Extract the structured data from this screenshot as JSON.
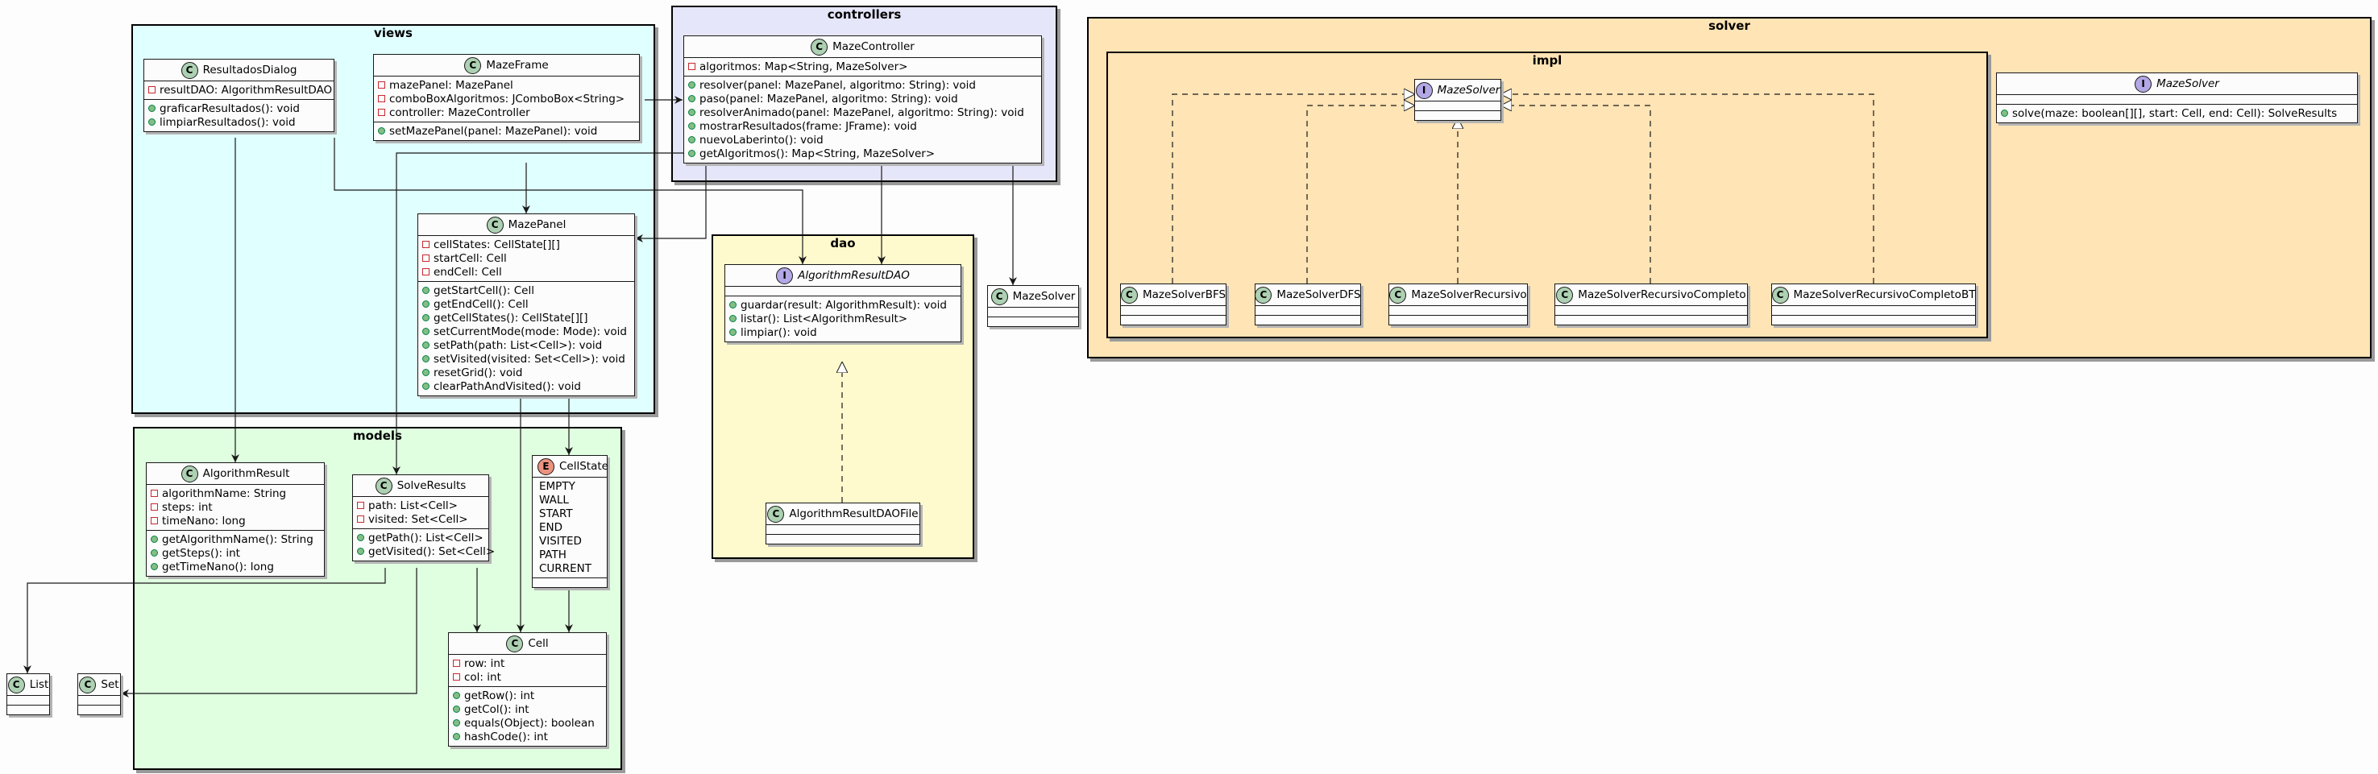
{
  "packages": {
    "views": "views",
    "controllers": "controllers",
    "dao": "dao",
    "models": "models",
    "solver": "solver",
    "impl": "impl"
  },
  "classes": {
    "resultados_dialog": {
      "name": "ResultadosDialog",
      "stereotype": "C",
      "fields": [
        "resultDAO: AlgorithmResultDAO"
      ],
      "methods": [
        "graficarResultados(): void",
        "limpiarResultados(): void"
      ]
    },
    "maze_frame": {
      "name": "MazeFrame",
      "stereotype": "C",
      "fields": [
        "mazePanel: MazePanel",
        "comboBoxAlgoritmos: JComboBox<String>",
        "controller: MazeController"
      ],
      "methods": [
        "setMazePanel(panel: MazePanel): void"
      ]
    },
    "maze_panel": {
      "name": "MazePanel",
      "stereotype": "C",
      "fields": [
        "cellStates: CellState[][]",
        "startCell: Cell",
        "endCell: Cell"
      ],
      "methods": [
        "getStartCell(): Cell",
        "getEndCell(): Cell",
        "getCellStates(): CellState[][]",
        "setCurrentMode(mode: Mode): void",
        "setPath(path: List<Cell>): void",
        "setVisited(visited: Set<Cell>): void",
        "resetGrid(): void",
        "clearPathAndVisited(): void"
      ]
    },
    "maze_controller": {
      "name": "MazeController",
      "stereotype": "C",
      "fields": [
        "algoritmos: Map<String, MazeSolver>"
      ],
      "methods": [
        "resolver(panel: MazePanel, algoritmo: String): void",
        "paso(panel: MazePanel, algoritmo: String): void",
        "resolverAnimado(panel: MazePanel, algoritmo: String): void",
        "mostrarResultados(frame: JFrame): void",
        "nuevoLaberinto(): void",
        "getAlgoritmos(): Map<String, MazeSolver>"
      ]
    },
    "algorithm_result_dao": {
      "name": "AlgorithmResultDAO",
      "stereotype": "I",
      "fields": [],
      "methods": [
        "guardar(result: AlgorithmResult): void",
        "listar(): List<AlgorithmResult>",
        "limpiar(): void"
      ]
    },
    "algorithm_result_dao_file": {
      "name": "AlgorithmResultDAOFile",
      "stereotype": "C"
    },
    "maze_solver_ref": {
      "name": "MazeSolver",
      "stereotype": "C"
    },
    "maze_solver_iface": {
      "name": "MazeSolver",
      "stereotype": "I",
      "methods": [
        "solve(maze: boolean[][], start: Cell, end: Cell): SolveResults"
      ]
    },
    "maze_solver_impl": {
      "name": "MazeSolver",
      "stereotype": "I"
    },
    "maze_solver_bfs": {
      "name": "MazeSolverBFS",
      "stereotype": "C"
    },
    "maze_solver_dfs": {
      "name": "MazeSolverDFS",
      "stereotype": "C"
    },
    "maze_solver_recursivo": {
      "name": "MazeSolverRecursivo",
      "stereotype": "C"
    },
    "maze_solver_recursivo_completo": {
      "name": "MazeSolverRecursivoCompleto",
      "stereotype": "C"
    },
    "maze_solver_recursivo_completo_bt": {
      "name": "MazeSolverRecursivoCompletoBT",
      "stereotype": "C"
    },
    "algorithm_result": {
      "name": "AlgorithmResult",
      "stereotype": "C",
      "fields": [
        "algorithmName: String",
        "steps: int",
        "timeNano: long"
      ],
      "methods": [
        "getAlgorithmName(): String",
        "getSteps(): int",
        "getTimeNano(): long"
      ]
    },
    "solve_results": {
      "name": "SolveResults",
      "stereotype": "C",
      "fields": [
        "path: List<Cell>",
        "visited: Set<Cell>"
      ],
      "methods": [
        "getPath(): List<Cell>",
        "getVisited(): Set<Cell>"
      ]
    },
    "cell_state": {
      "name": "CellState",
      "stereotype": "E",
      "literals": [
        "EMPTY",
        "WALL",
        "START",
        "END",
        "VISITED",
        "PATH",
        "CURRENT"
      ]
    },
    "cell": {
      "name": "Cell",
      "stereotype": "C",
      "fields": [
        "row: int",
        "col: int"
      ],
      "methods": [
        "getRow(): int",
        "getCol(): int",
        "equals(Object): boolean",
        "hashCode(): int"
      ]
    },
    "list": {
      "name": "List",
      "stereotype": "C"
    },
    "set": {
      "name": "Set",
      "stereotype": "C"
    }
  },
  "colors": {
    "views_bg": "#e0ffff",
    "controllers_bg": "#e6e6fa",
    "dao_bg": "#fffacd",
    "models_bg": "#e0ffe0",
    "solver_bg": "#ffe4b5",
    "class_badge": "#add1b2",
    "interface_badge": "#b4a7e5",
    "enum_badge": "#eb937f"
  }
}
